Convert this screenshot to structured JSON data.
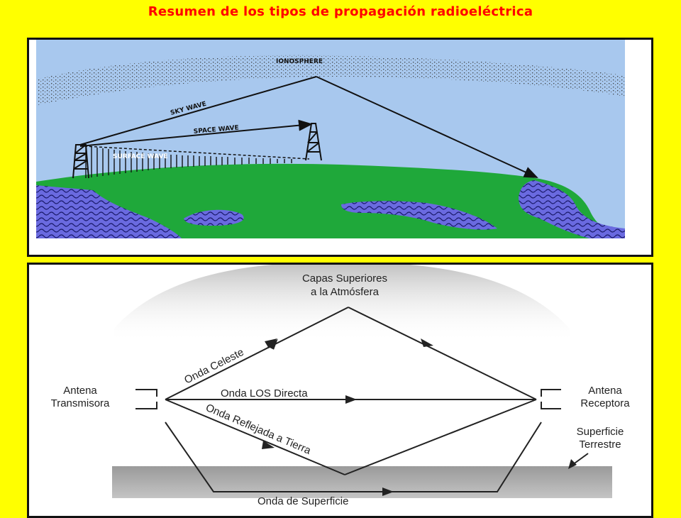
{
  "page": {
    "title": "Resumen de los tipos de propagación radioeléctrica"
  },
  "top_diagram": {
    "labels": {
      "ionosphere": "IONOSPHERE",
      "sky_wave": "SKY WAVE",
      "space_wave": "SPACE WAVE",
      "surface_wave": "SURFACE WAVE"
    },
    "colors": {
      "sky": "#a8c8ee",
      "land": "#1fa83a",
      "water": "#6a6ae0",
      "frame": "#111111"
    }
  },
  "bottom_diagram": {
    "labels": {
      "upper_layers_line1": "Capas Superiores",
      "upper_layers_line2": "a la Atmósfera",
      "sky_wave": "Onda Celeste",
      "direct_los": "Onda LOS Directa",
      "ground_reflected": "Onda Reflejada a Tierra",
      "surface_wave": "Onda de Superficie",
      "tx_antenna_line1": "Antena",
      "tx_antenna_line2": "Transmisora",
      "rx_antenna_line1": "Antena",
      "rx_antenna_line2": "Receptora",
      "earth_surface_line1": "Superficie",
      "earth_surface_line2": "Terrestre"
    },
    "colors": {
      "upper_layer": "#d4d4d4",
      "ground": "#a9a9a9",
      "ray": "#222222"
    }
  }
}
